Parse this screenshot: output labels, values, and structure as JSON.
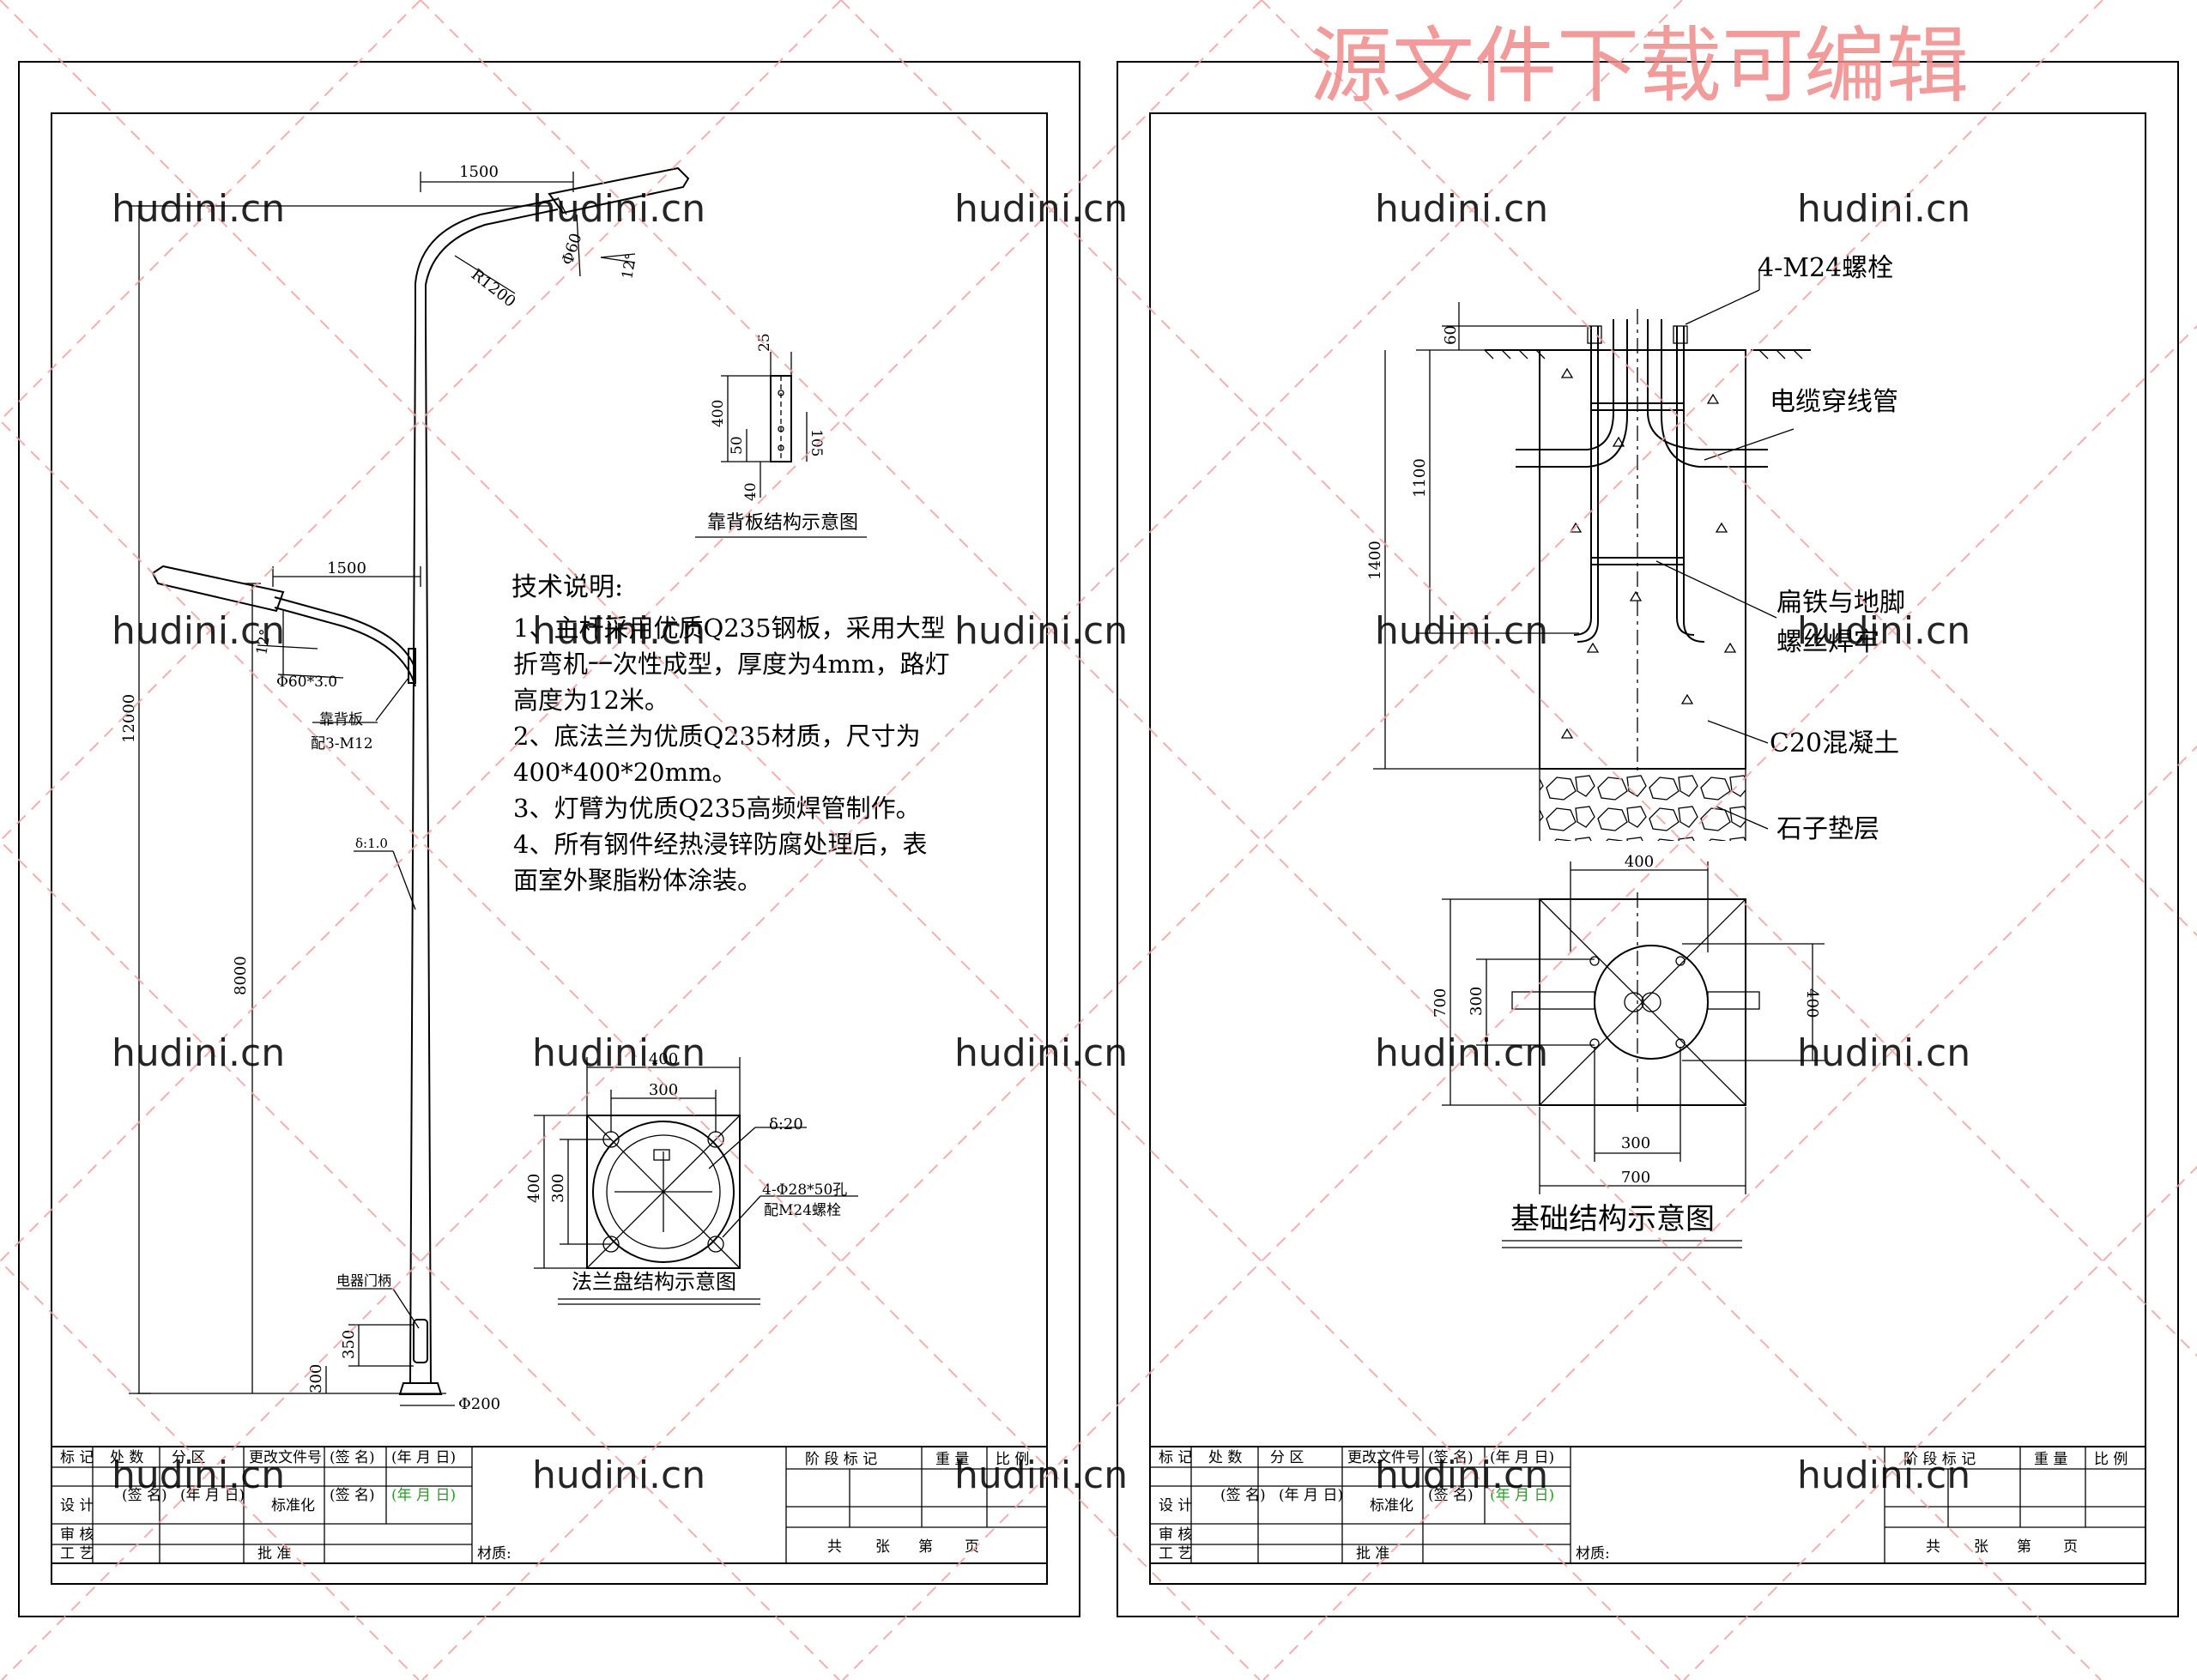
{
  "watermark": {
    "banner": "源文件下载可编辑",
    "site": "hudini.cn"
  },
  "left_sheet": {
    "pole_dims": {
      "arm_upper": "1500",
      "arm_lower": "1500",
      "radius": "R1200",
      "lamp_tube": "Φ60",
      "tilt_upper": "12°",
      "tilt_lower": "12°",
      "arm_tube": "Φ60*3.0",
      "back_plate": "靠背板",
      "back_plate_bolts": "配3-M12",
      "wall": "δ:1.0",
      "height_total": "12000",
      "height_lower": "8000",
      "door": "电器门柄",
      "door_h": "350",
      "door_base": "300",
      "base_dia": "Φ200"
    },
    "back_plate_detail": {
      "title": "靠背板结构示意图",
      "d1": "25",
      "d2": "400",
      "d3": "50",
      "d4": "40",
      "d5": "105"
    },
    "notes": {
      "title": "技术说明:",
      "lines": [
        "1、主杆采用优质Q235钢板，采用大型",
        "折弯机一次性成型，厚度为4mm，路灯",
        "高度为12米。",
        "2、底法兰为优质Q235材质，尺寸为",
        "400*400*20mm。",
        "3、灯臂为优质Q235高频焊管制作。",
        "4、所有钢件经热浸锌防腐处理后，表",
        "面室外聚脂粉体涂装。"
      ]
    },
    "flange": {
      "title": "法兰盘结构示意图",
      "w_outer": "400",
      "w_inner": "300",
      "h_outer": "400",
      "h_inner": "300",
      "thickness": "δ:20",
      "holes": "4-Φ28*50孔",
      "bolts": "配M24螺栓"
    }
  },
  "right_sheet": {
    "section": {
      "bolts": "4-M24螺栓",
      "conduit": "电缆穿线管",
      "weld_1": "扁铁与地脚",
      "weld_2": "螺丝焊牢",
      "concrete": "C20混凝土",
      "gravel": "石子垫层",
      "d60": "60",
      "d1100": "1100",
      "d1400": "1400"
    },
    "plan": {
      "top": "400",
      "left_outer": "700",
      "left_inner": "300",
      "right": "400",
      "bottom_inner": "300",
      "bottom_outer": "700"
    },
    "title": "基础结构示意图"
  },
  "title_block": {
    "row1": [
      "标 记",
      "处 数",
      "分 区",
      "更改文件号",
      "(签 名)",
      "(年 月 日)"
    ],
    "row2": [
      "设 计",
      "(签 名)",
      "(年 月 日)",
      "标准化",
      "(签 名)",
      "(年 月 日)"
    ],
    "review": "审 核",
    "process": "工 艺",
    "approve": "批 准",
    "material": "材质:",
    "stage": "阶 段 标 记",
    "weight": "重 量",
    "scale": "比 例",
    "total": "共",
    "sheets": "张",
    "page": "第",
    "page_suffix": "页"
  }
}
